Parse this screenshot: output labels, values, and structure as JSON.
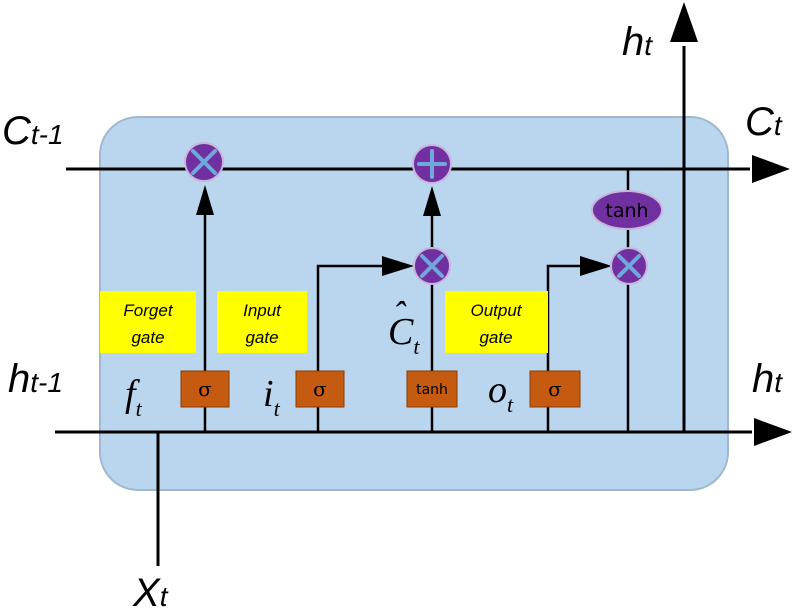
{
  "labels": {
    "c_prev_main": "C",
    "c_prev_sub": "t-1",
    "c_next_main": "C",
    "c_next_sub": "t",
    "h_top_main": "h",
    "h_top_sub": "t",
    "h_prev_main": "h",
    "h_prev_sub": "t-1",
    "h_next_main": "h",
    "h_next_sub": "t",
    "x_main": "X",
    "x_sub": "t"
  },
  "gates": {
    "forget_line1": "Forget",
    "forget_line2": "gate",
    "input_line1": "Input",
    "input_line2": "gate",
    "output_line1": "Output",
    "output_line2": "gate"
  },
  "symbols": {
    "f_main": "f",
    "f_sub": "t",
    "i_main": "i",
    "i_sub": "t",
    "c_hat_main": "C",
    "c_hat_accent": "ˆ",
    "c_hat_sub": "t",
    "o_main": "o",
    "o_sub": "t",
    "sigma_forget": "σ",
    "sigma_input": "σ",
    "sigma_output": "σ",
    "tanh_candidate": "tanh",
    "tanh_cell": "tanh"
  },
  "colors": {
    "cell_fill": "#bad5ee",
    "cell_stroke": "#9fb8d0",
    "op_fill": "#7030a0",
    "op_symbol": "#6fa8dc",
    "gate_box": "#c55a11",
    "label_bg": "#ffff00"
  }
}
